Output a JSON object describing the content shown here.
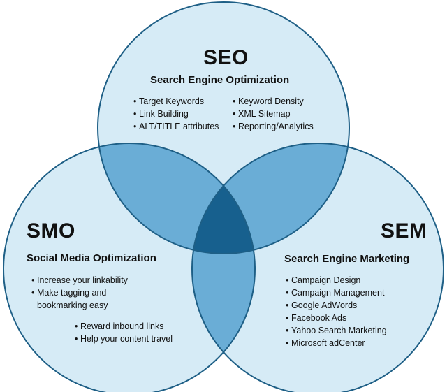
{
  "colors": {
    "single": "#d6ebf6",
    "pair": "#6aadd6",
    "triple": "#17608e",
    "stroke": "#1e5f86"
  },
  "seo": {
    "title": "SEO",
    "subtitle": "Search Engine Optimization",
    "items_left": [
      "Target Keywords",
      "Link Building",
      "ALT/TITLE attributes"
    ],
    "items_right": [
      "Keyword Density",
      "XML Sitemap",
      "Reporting/Analytics"
    ]
  },
  "smo": {
    "title": "SMO",
    "subtitle": "Social Media Optimization",
    "items_top": [
      "Increase your linkability",
      "Make tagging and",
      "bookmarking easy"
    ],
    "items_bottom": [
      "Reward inbound links",
      "Help your content travel"
    ]
  },
  "sem": {
    "title": "SEM",
    "subtitle": "Search Engine Marketing",
    "items": [
      "Campaign Design",
      "Campaign Management",
      "Google AdWords",
      "Facebook Ads",
      "Yahoo Search Marketing",
      "Microsoft adCenter"
    ]
  }
}
